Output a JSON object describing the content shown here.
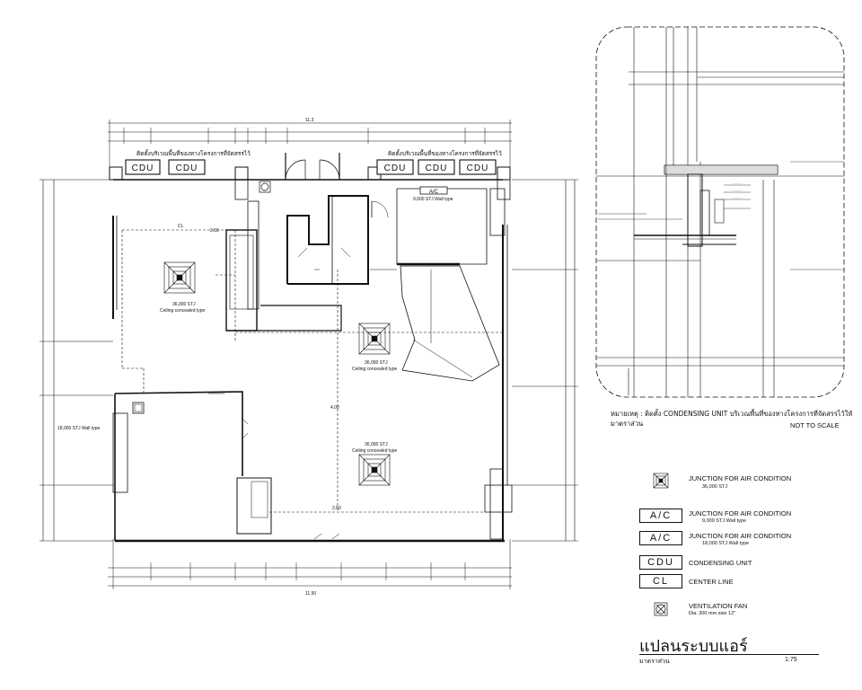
{
  "plan": {
    "cdu_label": "CDU",
    "ac_label": "A/C",
    "ac_note": "9,000 STJ Wall type",
    "install_note": "ติดตั้งบริเวณพื้นที่ของทางโครงการที่จัดสรรไว้",
    "jt_label": "36,000 STJ",
    "jt_sub": "Ceiling concealed type",
    "wall_unit_note": "18,000 STJ Wall type",
    "dim_top_total": "11.3",
    "dim_bottom_total": "11.50",
    "dim_cl": "CL",
    "dim_mid": "4.00",
    "dim_small_1": "2.50",
    "dim_small_2": "2.50"
  },
  "detail": {
    "note_prefix": "หมายเหตุ : ติดตั้ง CONDENSING UNIT บริเวณพื้นที่ของทางโครงการที่จัดสรรไว้ให้",
    "note_line2": "มาตราส่วน",
    "not_to_scale": "NOT TO SCALE"
  },
  "legend": {
    "items": [
      {
        "key": "junction-1",
        "box": "",
        "label": "JUNCTION FOR AIR CONDITION",
        "sub": "36,000 STJ"
      },
      {
        "key": "junction-2",
        "box": "A/C",
        "label": "JUNCTION FOR AIR CONDITION",
        "sub": "9,000 STJ Wall type"
      },
      {
        "key": "junction-3",
        "box": "A/C",
        "label": "JUNCTION FOR AIR CONDITION",
        "sub": "18,000 STJ Wall type"
      },
      {
        "key": "condensing",
        "box": "CDU",
        "label": "CONDENSING UNIT",
        "sub": ""
      },
      {
        "key": "centerline",
        "box": "CL",
        "label": "CENTER LINE",
        "sub": ""
      },
      {
        "key": "fan",
        "box": "",
        "label": "VENTILATION FAN",
        "sub": "Dia. 300 mm size 12\""
      }
    ]
  },
  "title": {
    "main": "แปลนระบบแอร์",
    "sub": "มาตราส่วน",
    "scale": "1:75"
  }
}
